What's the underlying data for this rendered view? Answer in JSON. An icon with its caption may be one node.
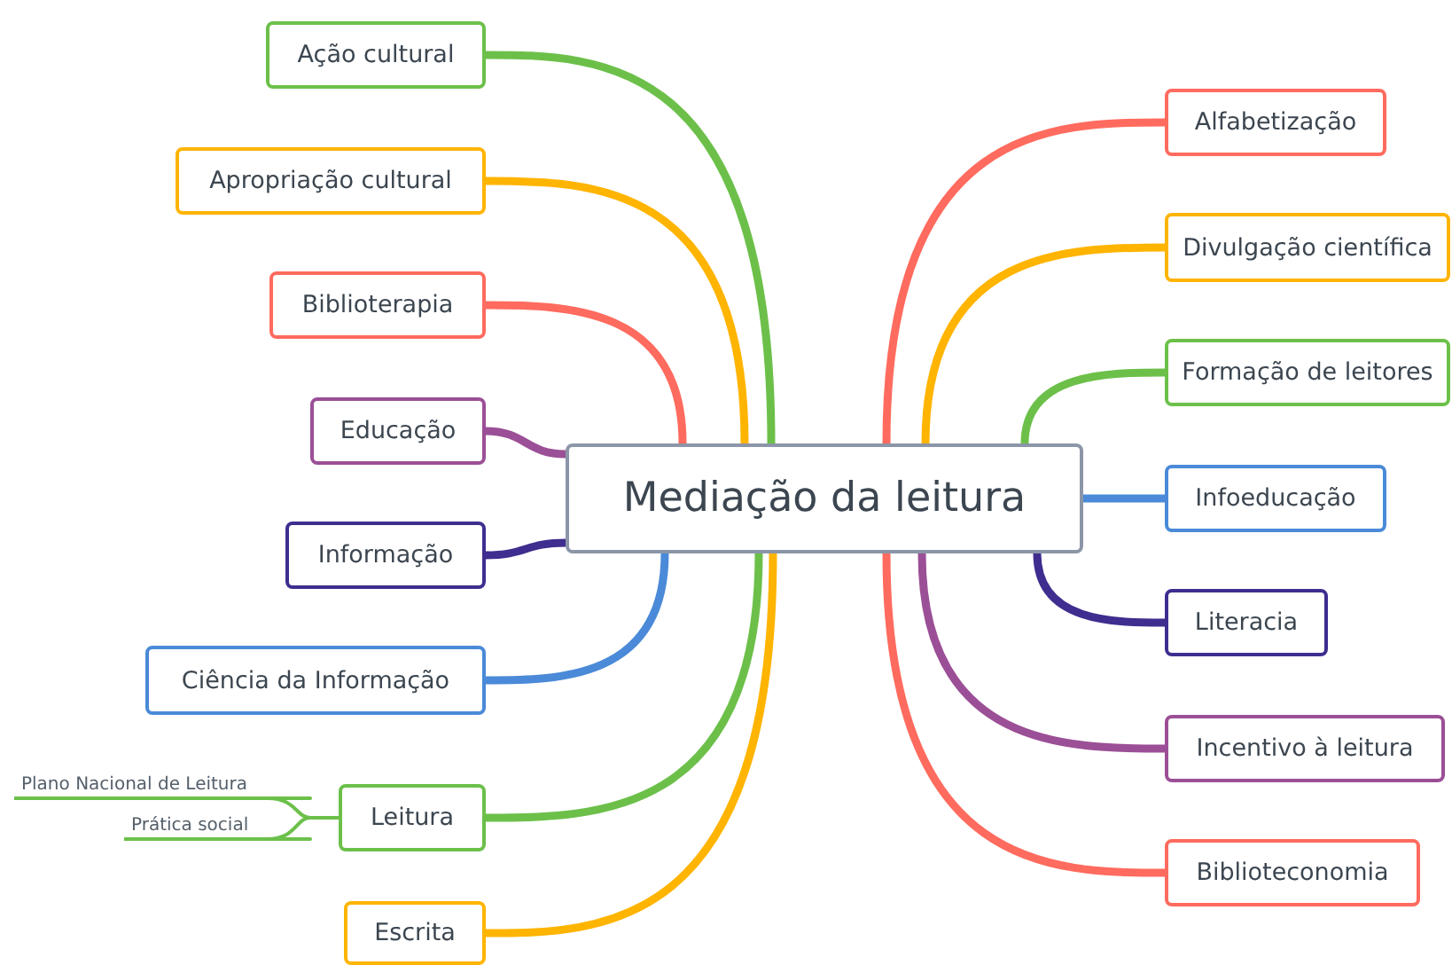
{
  "diagram": {
    "nodes": [
      {
        "text": [
          "Mediação da leitura"
        ]
      },
      {
        "text": [
          "Ação cultural"
        ]
      },
      {
        "text": [
          "Apropriação cultural"
        ]
      },
      {
        "text": [
          "Biblioterapia"
        ]
      },
      {
        "text": [
          "Educação"
        ]
      },
      {
        "text": [
          "Informação"
        ]
      },
      {
        "text": [
          "Ciência da Informação"
        ]
      },
      {
        "text": [
          "Leitura"
        ]
      },
      {
        "text": [
          "Escrita"
        ]
      },
      {
        "text": [
          "Alfabetização"
        ]
      },
      {
        "text": [
          "Divulgação científica"
        ]
      },
      {
        "text": [
          "Formação de leitores"
        ]
      },
      {
        "text": [
          "Infoeducação"
        ]
      },
      {
        "text": [
          "Literacia"
        ]
      },
      {
        "text": [
          "Incentivo à leitura"
        ]
      },
      {
        "text": [
          "Biblioteconomia"
        ]
      },
      {
        "text": [
          "Plano Nacional de Leitura"
        ]
      },
      {
        "text": [
          "Prática social"
        ]
      }
    ],
    "edges": [
      {
        "from": 0,
        "to": 1,
        "arrow": "none",
        "color": "#6cc04a"
      },
      {
        "from": 0,
        "to": 2,
        "arrow": "none",
        "color": "#ffb400"
      },
      {
        "from": 0,
        "to": 3,
        "arrow": "none",
        "color": "#ff6b5e"
      },
      {
        "from": 0,
        "to": 4,
        "arrow": "none",
        "color": "#9b4f96"
      },
      {
        "from": 0,
        "to": 5,
        "arrow": "none",
        "color": "#3f2d8f"
      },
      {
        "from": 0,
        "to": 6,
        "arrow": "none",
        "color": "#4a8ad8"
      },
      {
        "from": 0,
        "to": 7,
        "arrow": "none",
        "color": "#6cc04a"
      },
      {
        "from": 0,
        "to": 8,
        "arrow": "none",
        "color": "#ffb400"
      },
      {
        "from": 0,
        "to": 9,
        "arrow": "none",
        "color": "#ff6b5e"
      },
      {
        "from": 0,
        "to": 10,
        "arrow": "none",
        "color": "#ffb400"
      },
      {
        "from": 0,
        "to": 11,
        "arrow": "none",
        "color": "#6cc04a"
      },
      {
        "from": 0,
        "to": 12,
        "arrow": "none",
        "color": "#4a8ad8"
      },
      {
        "from": 0,
        "to": 13,
        "arrow": "none",
        "color": "#3f2d8f"
      },
      {
        "from": 0,
        "to": 14,
        "arrow": "none",
        "color": "#9b4f96"
      },
      {
        "from": 0,
        "to": 15,
        "arrow": "none",
        "color": "#ff6b5e"
      },
      {
        "from": 7,
        "to": 16,
        "arrow": "none",
        "color": "#6cc04a"
      },
      {
        "from": 7,
        "to": 17,
        "arrow": "none",
        "color": "#6cc04a"
      }
    ]
  }
}
